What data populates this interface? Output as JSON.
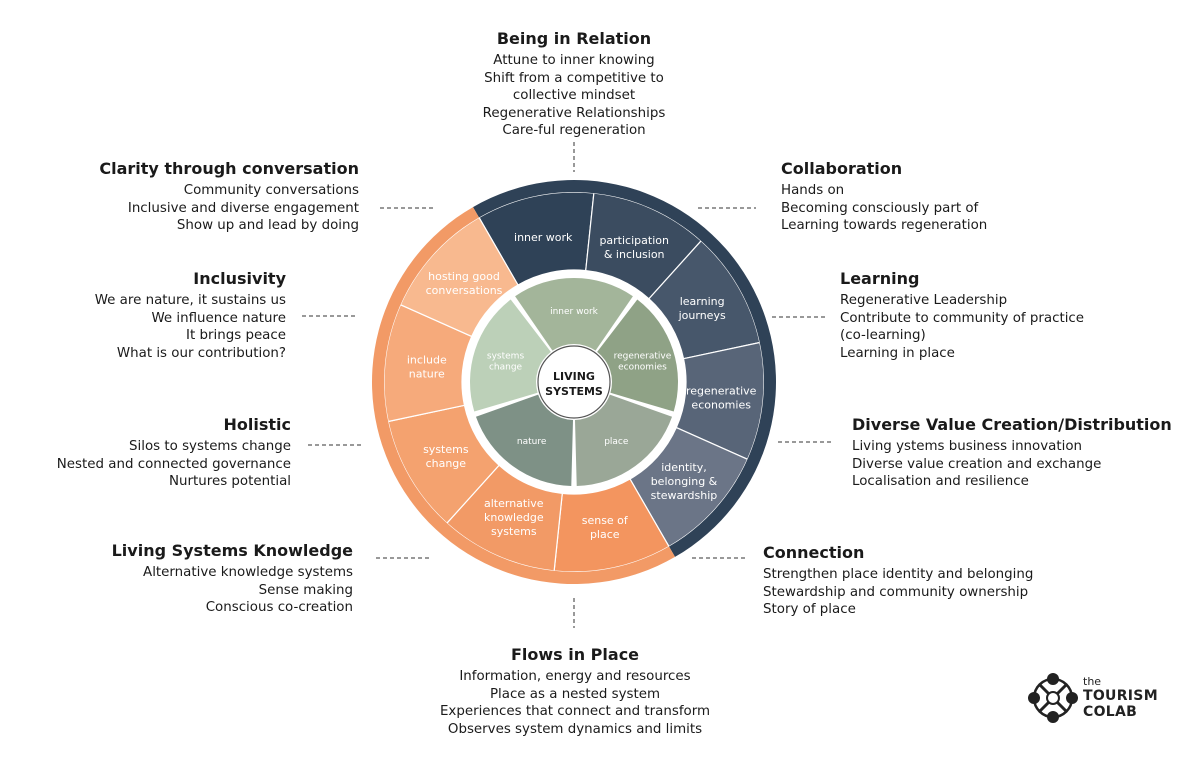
{
  "center": {
    "line1": "LIVING",
    "line2": "SYSTEMS"
  },
  "outer_segments": [
    {
      "lines": [
        "inner work"
      ],
      "color": "#2f4257"
    },
    {
      "lines": [
        "participation",
        "& inclusion"
      ],
      "color": "#3b4c60"
    },
    {
      "lines": [
        "learning",
        "journeys"
      ],
      "color": "#47576b"
    },
    {
      "lines": [
        "regenerative",
        "economies"
      ],
      "color": "#586578"
    },
    {
      "lines": [
        "identity,",
        "belonging &",
        "stewardship"
      ],
      "color": "#6b7587"
    },
    {
      "lines": [
        "sense of",
        "place"
      ],
      "color": "#f3955f"
    },
    {
      "lines": [
        "alternative",
        "knowledge",
        "systems"
      ],
      "color": "#f29a66"
    },
    {
      "lines": [
        "systems",
        "change"
      ],
      "color": "#f4a26f"
    },
    {
      "lines": [
        "include",
        "nature"
      ],
      "color": "#f6aa7b"
    },
    {
      "lines": [
        "hosting good",
        "conversations"
      ],
      "color": "#f8b98f"
    }
  ],
  "inner_segments": [
    {
      "lines": [
        "inner work"
      ],
      "color": "#a3b59a"
    },
    {
      "lines": [
        "regenerative",
        "economies"
      ],
      "color": "#8fa286"
    },
    {
      "lines": [
        "place"
      ],
      "color": "#9aa797"
    },
    {
      "lines": [
        "nature"
      ],
      "color": "#7e9186"
    },
    {
      "lines": [
        "systems",
        "change"
      ],
      "color": "#bcd0b8"
    }
  ],
  "blocks": {
    "relation": {
      "title": "Being in Relation",
      "items": [
        "Attune to inner knowing",
        "Shift from a competitive to",
        "collective mindset",
        "Regenerative Relationships",
        "Care-ful regeneration"
      ]
    },
    "collaboration": {
      "title": "Collaboration",
      "items": [
        "Hands on",
        "Becoming consciously part of",
        "Learning towards regeneration"
      ]
    },
    "learning": {
      "title": "Learning",
      "items": [
        "Regenerative Leadership",
        "Contribute to community of practice",
        "(co-learning)",
        "Learning in place"
      ]
    },
    "value": {
      "title": "Diverse Value Creation/Distribution",
      "items": [
        "Living ystems business innovation",
        "Diverse value creation and exchange",
        "Localisation and resilience"
      ]
    },
    "connection": {
      "title": "Connection",
      "items": [
        "Strengthen place identity and belonging",
        "Stewardship and community ownership",
        "Story of place"
      ]
    },
    "flows": {
      "title": "Flows in Place",
      "items": [
        "Information, energy and resources",
        "Place as a nested system",
        "Experiences that connect and transform",
        "Observes system dynamics and limits"
      ]
    },
    "knowledge": {
      "title": "Living Systems Knowledge",
      "items": [
        "Alternative knowledge systems",
        "Sense making",
        "Conscious co-creation"
      ]
    },
    "holistic": {
      "title": "Holistic",
      "items": [
        "Silos to systems change",
        "Nested and connected governance",
        "Nurtures potential"
      ]
    },
    "inclusivity": {
      "title": "Inclusivity",
      "items": [
        "We are nature, it sustains us",
        "We influence nature",
        "It brings peace",
        "What is our contribution?"
      ]
    },
    "clarity": {
      "title": "Clarity through conversation",
      "items": [
        "Community conversations",
        "Inclusive and diverse engagement",
        "Show up and lead by doing"
      ]
    }
  },
  "logo": {
    "the": "the",
    "line1": "TOURISM",
    "line2": "COLAB"
  }
}
